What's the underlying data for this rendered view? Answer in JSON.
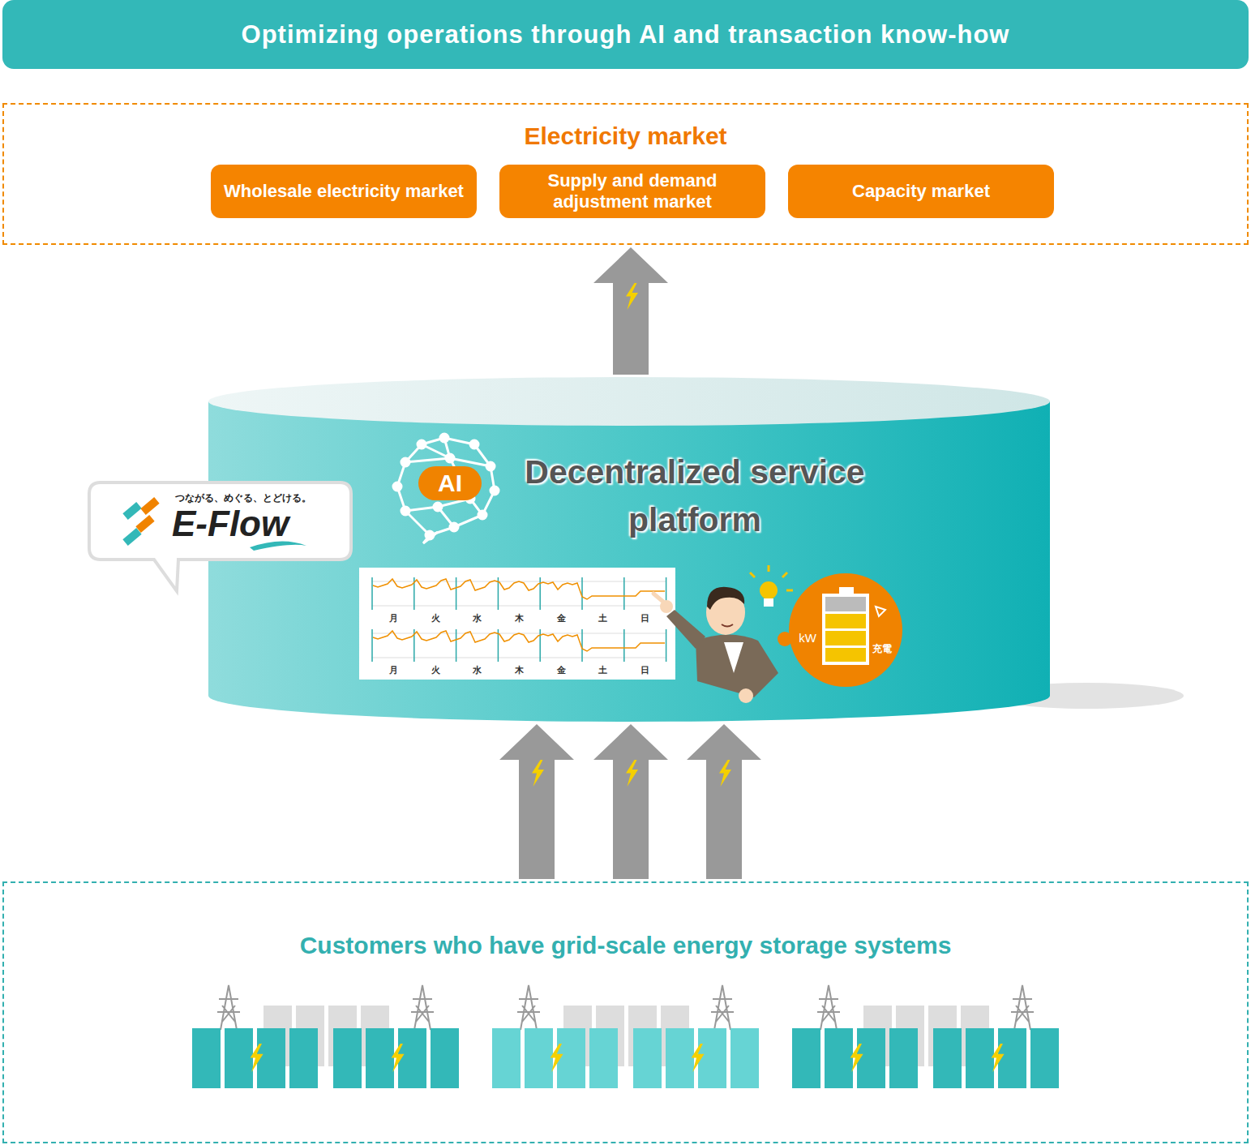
{
  "diagram": {
    "nodes": [
      {
        "text": [
          "Optimizing operations through AI and transaction know-how"
        ]
      },
      {
        "text": [
          "Electricity market"
        ]
      },
      {
        "text": [
          "Wholesale electricity market"
        ],
        "in": 1
      },
      {
        "text": [
          "Supply and demand adjustment market"
        ],
        "in": 1
      },
      {
        "text": [
          "Capacity market"
        ],
        "in": 1
      },
      {
        "text": [
          "Decentralized service platform"
        ]
      },
      {
        "text": [
          "つながる、めぐる、とどける。",
          "E-Flow"
        ]
      },
      {
        "text": [
          "Customers who have grid-scale energy storage systems"
        ]
      }
    ],
    "edges": [
      {
        "from": 7,
        "to": 5,
        "arrow": "to"
      },
      {
        "from": 7,
        "to": 5,
        "arrow": "to"
      },
      {
        "from": 7,
        "to": 5,
        "arrow": "to"
      },
      {
        "from": 5,
        "to": 1,
        "arrow": "to"
      }
    ],
    "labels": [
      "AI",
      "月",
      "火",
      "水",
      "木",
      "金",
      "土",
      "日",
      "月",
      "火",
      "水",
      "木",
      "金",
      "土",
      "日",
      "kW",
      "充電"
    ]
  }
}
